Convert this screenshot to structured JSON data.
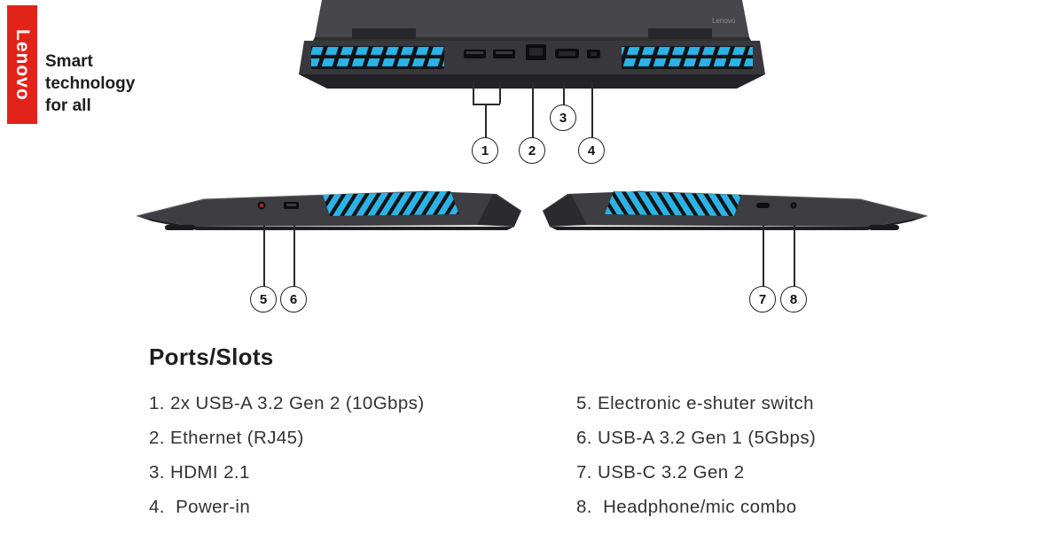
{
  "brand": {
    "logo_text": "Lenovo",
    "lid_logo": "Lenovo",
    "tagline_line1": "Smart",
    "tagline_line2": "technology",
    "tagline_line3": "for all"
  },
  "callouts": {
    "rear": [
      "1",
      "2",
      "3",
      "4"
    ],
    "left_side": [
      "5",
      "6"
    ],
    "right_side": [
      "7",
      "8"
    ]
  },
  "ports_section": {
    "heading": "Ports/Slots",
    "left_column": [
      "1. 2x USB-A 3.2 Gen 2 (10Gbps)",
      "2. Ethernet (RJ45)",
      "3. HDMI 2.1",
      "4.  Power-in"
    ],
    "right_column": [
      "5. Electronic e-shuter switch",
      "6. USB-A 3.2 Gen 1 (5Gbps)",
      "7. USB-C 3.2 Gen 2",
      "8.  Headphone/mic combo"
    ]
  },
  "colors": {
    "lenovo_red": "#E2231A",
    "laptop_body": "#3d3d42",
    "laptop_dark": "#232327",
    "vent_blue": "#2bb3e6",
    "text_dark": "#1d1d1f"
  }
}
